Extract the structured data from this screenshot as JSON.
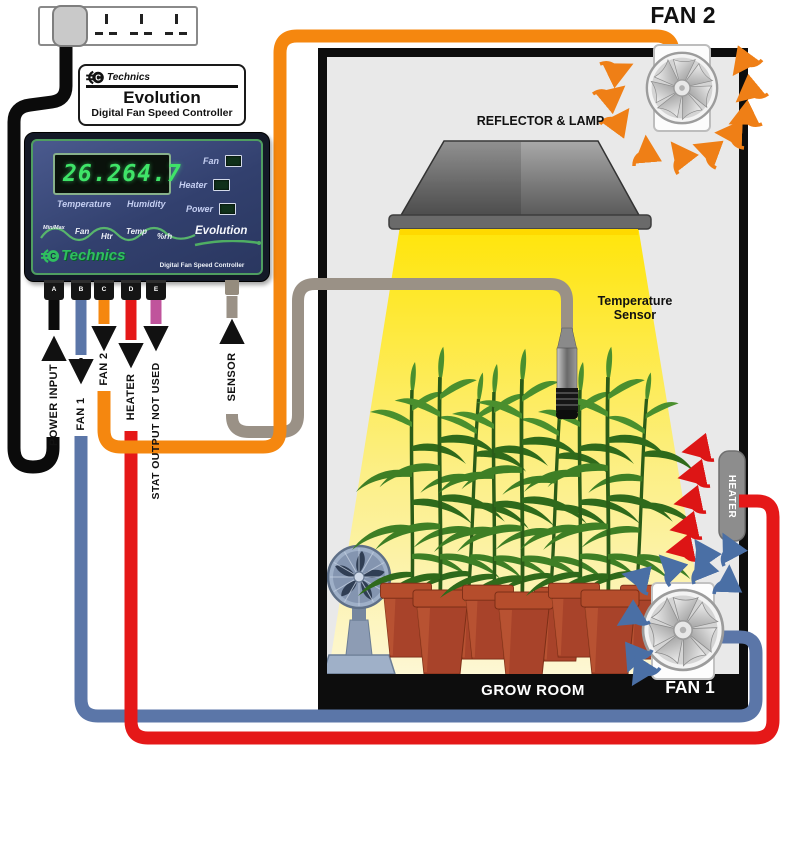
{
  "brand_plate": {
    "brand": "Technics",
    "model": "Evolution",
    "subtitle": "Digital Fan Speed Controller"
  },
  "controller": {
    "display": {
      "temperature": "26.2",
      "humidity": "64.7"
    },
    "display_labels": {
      "temperature": "Temperature",
      "humidity": "Humidity"
    },
    "indicators": [
      {
        "label": "Fan"
      },
      {
        "label": "Heater"
      },
      {
        "label": "Power"
      }
    ],
    "buttons": [
      "Min/Max",
      "Fan",
      "Htr",
      "Temp",
      "%rh"
    ],
    "model_label": "Evolution",
    "brand": "Technics",
    "tagline": "Digital Fan Speed Controller",
    "ports": [
      {
        "id": "A",
        "label": "POWER INPUT",
        "direction": "in"
      },
      {
        "id": "B",
        "label": "FAN 1",
        "direction": "out"
      },
      {
        "id": "C",
        "label": "FAN 2",
        "direction": "out"
      },
      {
        "id": "D",
        "label": "HEATER",
        "direction": "out"
      },
      {
        "id": "E",
        "label": "STAT OUTPUT NOT USED",
        "direction": "out"
      }
    ],
    "sensor_port_label": "SENSOR"
  },
  "grow_room": {
    "title": "GROW ROOM",
    "reflector_label": "REFLECTOR & LAMP",
    "fan2_label": "FAN 2",
    "fan1_label": "FAN 1",
    "heater_label": "HEATER",
    "sensor_label_line1": "Temperature",
    "sensor_label_line2": "Sensor"
  },
  "colors": {
    "power_wire": "#0b0b0b",
    "fan1_wire": "#5b76a8",
    "fan2_wire": "#f5870f",
    "heater_wire": "#e51818",
    "stat_wire": "#c0549c",
    "sensor_wire": "#9a9186",
    "arrow_orange": "#ef7f16",
    "arrow_blue": "#4a6fa5",
    "arrow_red": "#dd1515",
    "arrow_black": "#111111",
    "lcd_green": "#3fe468",
    "brand_green": "#2fbf5f",
    "cone_yellow": "#ffe509",
    "room_wall": "#0d0d0d"
  }
}
